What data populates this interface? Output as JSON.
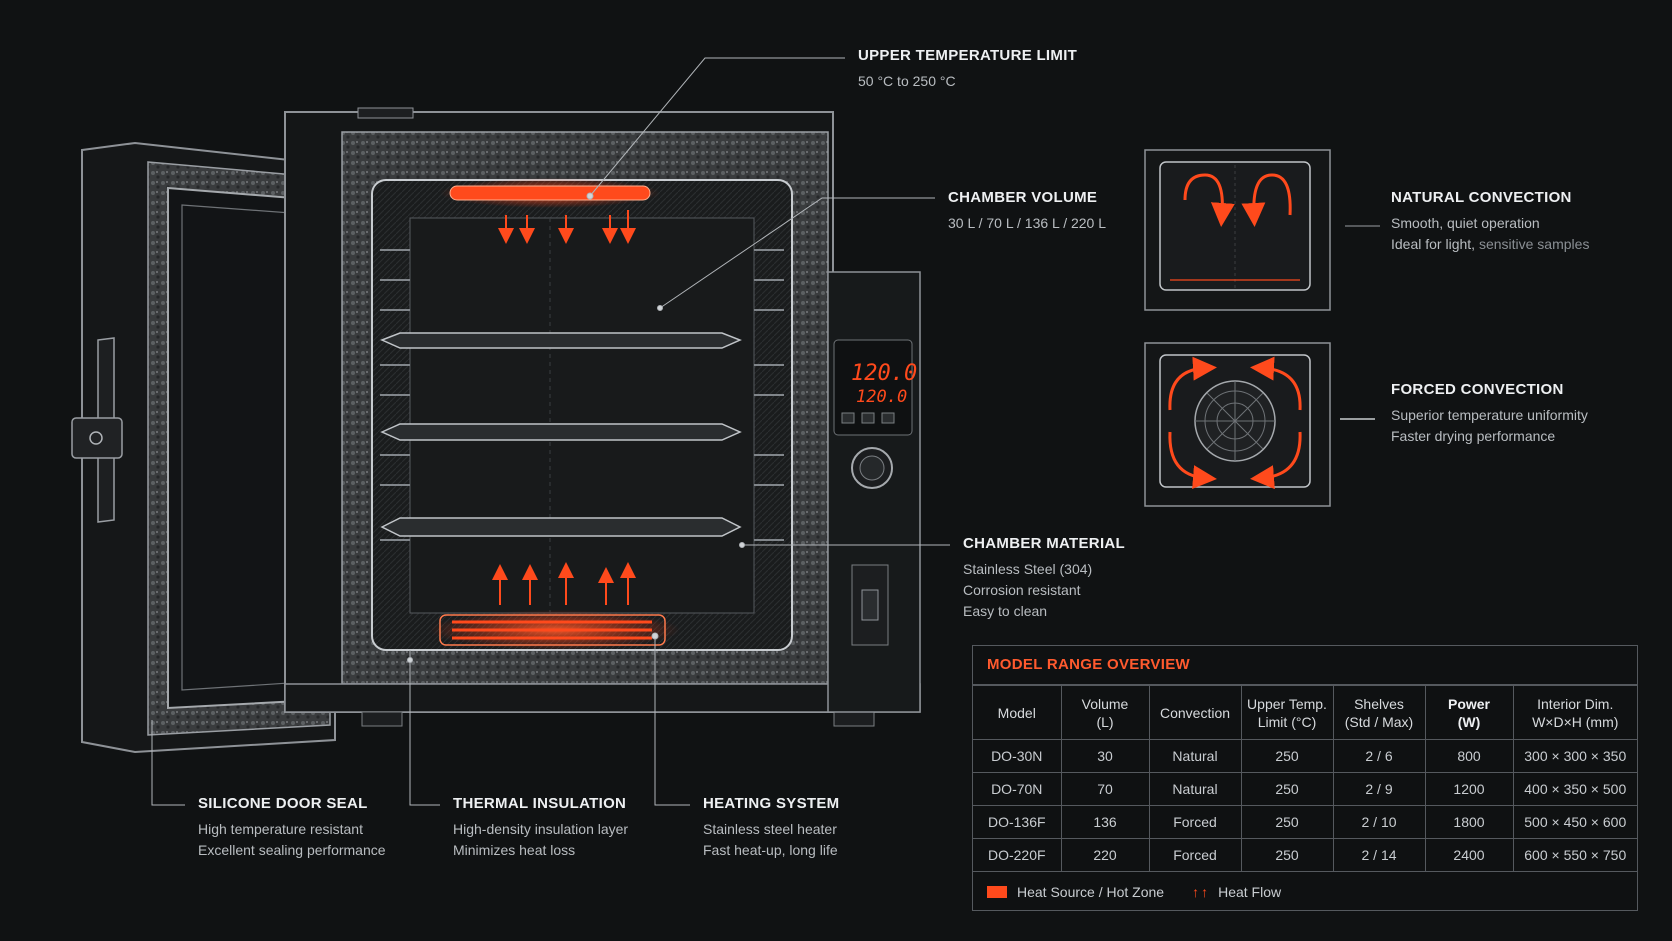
{
  "colors": {
    "background": "#101213",
    "accent": "#ff4a1c",
    "line": "#9a9ea3",
    "text": "#d9dcdf"
  },
  "display": {
    "line1": "120.0",
    "line2": "120.0"
  },
  "callouts": {
    "upper_temp": {
      "title": "UPPER TEMPERATURE LIMIT",
      "lines": [
        "50 °C to 250 °C"
      ]
    },
    "chamber_volume": {
      "title": "CHAMBER VOLUME",
      "lines": [
        "30 L / 70 L / 136 L / 220 L"
      ]
    },
    "natural_convection": {
      "title": "NATURAL CONVECTION",
      "line1": "Smooth, quiet operation",
      "line2a": "Ideal for light,",
      "line2b": "sensitive samples"
    },
    "forced_convection": {
      "title": "FORCED CONVECTION",
      "lines": [
        "Superior temperature uniformity",
        "Faster drying performance"
      ]
    },
    "chamber_material": {
      "title": "CHAMBER MATERIAL",
      "lines": [
        "Stainless Steel (304)",
        "Corrosion resistant",
        "Easy to clean"
      ]
    },
    "door_seal": {
      "title": "SILICONE DOOR SEAL",
      "lines": [
        "High temperature resistant",
        "Excellent sealing performance"
      ]
    },
    "insulation": {
      "title": "THERMAL INSULATION",
      "lines": [
        "High-density insulation layer",
        "Minimizes heat loss"
      ]
    },
    "heating": {
      "title": "HEATING SYSTEM",
      "lines": [
        "Stainless steel heater",
        "Fast heat-up, long life"
      ]
    }
  },
  "table": {
    "title": "MODEL RANGE OVERVIEW",
    "headers": [
      {
        "l1": "Model",
        "l2": ""
      },
      {
        "l1": "Volume",
        "l2": "(L)"
      },
      {
        "l1": "Convection",
        "l2": ""
      },
      {
        "l1": "Upper Temp.",
        "l2": "Limit (°C)"
      },
      {
        "l1": "Shelves",
        "l2": "(Std / Max)"
      },
      {
        "l1": "Power",
        "l2": "(W)"
      },
      {
        "l1": "Interior Dim.",
        "l2": "W×D×H (mm)"
      }
    ],
    "rows": [
      [
        "DO-30N",
        "30",
        "Natural",
        "250",
        "2 / 6",
        "800",
        "300 × 300 × 350"
      ],
      [
        "DO-70N",
        "70",
        "Natural",
        "250",
        "2 / 9",
        "1200",
        "400 × 350 × 500"
      ],
      [
        "DO-136F",
        "136",
        "Forced",
        "250",
        "2 / 10",
        "1800",
        "500 × 450 × 600"
      ],
      [
        "DO-220F",
        "220",
        "Forced",
        "250",
        "2 / 14",
        "2400",
        "600 × 550 × 750"
      ]
    ],
    "legend": {
      "heat_source": "Heat Source / Hot Zone",
      "heat_flow_icon": "↑↑",
      "heat_flow": "Heat Flow"
    }
  }
}
